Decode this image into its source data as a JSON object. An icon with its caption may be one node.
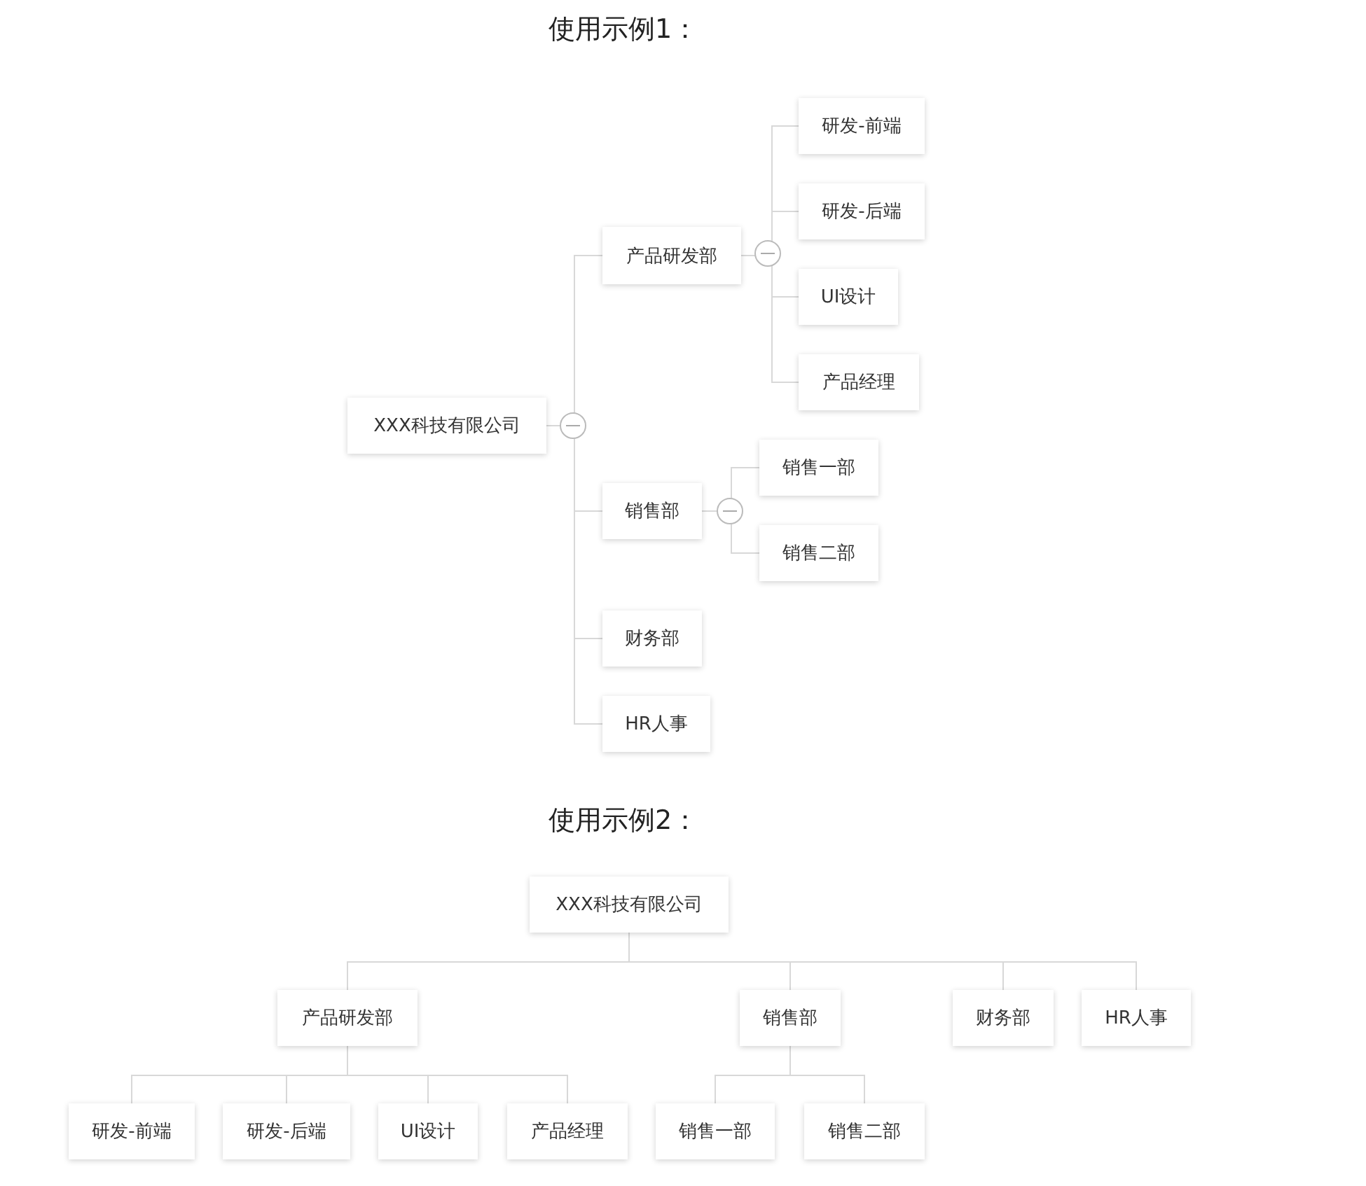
{
  "diagram": {
    "nodes": [
      {
        "text": [
          "XXX科技有限公司"
        ]
      },
      {
        "text": [
          "产品研发部"
        ]
      },
      {
        "text": [
          "研发-前端"
        ]
      },
      {
        "text": [
          "研发-后端"
        ]
      },
      {
        "text": [
          "UI设计"
        ]
      },
      {
        "text": [
          "产品经理"
        ]
      },
      {
        "text": [
          "销售部"
        ]
      },
      {
        "text": [
          "销售一部"
        ]
      },
      {
        "text": [
          "销售二部"
        ]
      },
      {
        "text": [
          "财务部"
        ]
      },
      {
        "text": [
          "HR人事"
        ]
      },
      {
        "text": [
          "XXX科技有限公司"
        ]
      },
      {
        "text": [
          "产品研发部"
        ]
      },
      {
        "text": [
          "销售部"
        ]
      },
      {
        "text": [
          "财务部"
        ]
      },
      {
        "text": [
          "HR人事"
        ]
      },
      {
        "text": [
          "研发-前端"
        ]
      },
      {
        "text": [
          "研发-后端"
        ]
      },
      {
        "text": [
          "UI设计"
        ]
      },
      {
        "text": [
          "产品经理"
        ]
      },
      {
        "text": [
          "销售一部"
        ]
      },
      {
        "text": [
          "销售二部"
        ]
      }
    ],
    "edges": [
      {
        "from": 0,
        "to": 1,
        "arrow": "none"
      },
      {
        "from": 0,
        "to": 6,
        "arrow": "none"
      },
      {
        "from": 0,
        "to": 9,
        "arrow": "none"
      },
      {
        "from": 0,
        "to": 10,
        "arrow": "none"
      },
      {
        "from": 1,
        "to": 2,
        "arrow": "none"
      },
      {
        "from": 1,
        "to": 3,
        "arrow": "none"
      },
      {
        "from": 1,
        "to": 4,
        "arrow": "none"
      },
      {
        "from": 1,
        "to": 5,
        "arrow": "none"
      },
      {
        "from": 6,
        "to": 7,
        "arrow": "none"
      },
      {
        "from": 6,
        "to": 8,
        "arrow": "none"
      },
      {
        "from": 11,
        "to": 12,
        "arrow": "none"
      },
      {
        "from": 11,
        "to": 13,
        "arrow": "none"
      },
      {
        "from": 11,
        "to": 14,
        "arrow": "none"
      },
      {
        "from": 11,
        "to": 15,
        "arrow": "none"
      },
      {
        "from": 12,
        "to": 16,
        "arrow": "none"
      },
      {
        "from": 12,
        "to": 17,
        "arrow": "none"
      },
      {
        "from": 12,
        "to": 18,
        "arrow": "none"
      },
      {
        "from": 12,
        "to": 19,
        "arrow": "none"
      },
      {
        "from": 13,
        "to": 20,
        "arrow": "none"
      },
      {
        "from": 13,
        "to": 21,
        "arrow": "none"
      }
    ],
    "labels": [
      "使用示例1：",
      "使用示例2："
    ]
  }
}
